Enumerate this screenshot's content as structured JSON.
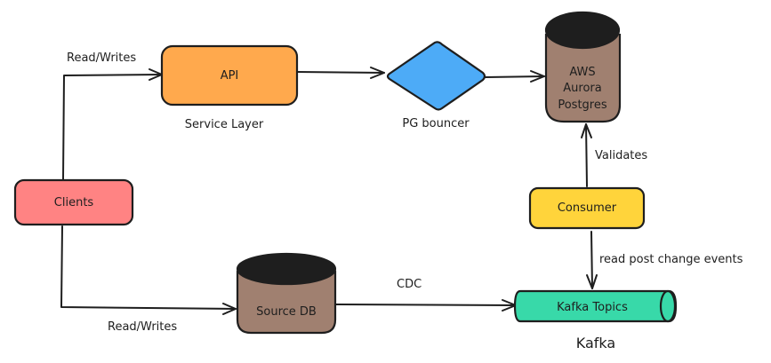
{
  "diagram": {
    "nodes": {
      "clients": {
        "label": "Clients",
        "shape": "rounded-rect",
        "color": "#ff8383"
      },
      "api": {
        "label": "API",
        "shape": "rounded-rect",
        "color": "#ffa94d"
      },
      "pg_bouncer": {
        "label": "",
        "shape": "diamond",
        "color": "#4dabf7"
      },
      "aurora": {
        "label_lines": [
          "AWS",
          "Aurora",
          "Postgres"
        ],
        "shape": "cylinder",
        "color": "#a08070",
        "top_color": "#1e1e1e"
      },
      "consumer": {
        "label": "Consumer",
        "shape": "rounded-rect",
        "color": "#ffd43b"
      },
      "source_db": {
        "label": "Source DB",
        "shape": "cylinder",
        "color": "#a08070",
        "top_color": "#1e1e1e"
      },
      "kafka_topics": {
        "label": "Kafka Topics",
        "shape": "horizontal-cylinder",
        "color": "#38d9a9"
      }
    },
    "captions": {
      "service_layer": "Service Layer",
      "pg_bouncer": "PG bouncer",
      "kafka": "Kafka"
    },
    "edges": [
      {
        "from": "clients",
        "to": "api",
        "label": "Read/Writes"
      },
      {
        "from": "api",
        "to": "pg_bouncer",
        "label": ""
      },
      {
        "from": "pg_bouncer",
        "to": "aurora",
        "label": ""
      },
      {
        "from": "consumer",
        "to": "aurora",
        "label": "Validates"
      },
      {
        "from": "consumer",
        "to": "kafka_topics",
        "label": "read post change events"
      },
      {
        "from": "clients",
        "to": "source_db",
        "label": "Read/Writes"
      },
      {
        "from": "source_db",
        "to": "kafka_topics",
        "label": "CDC"
      }
    ]
  }
}
